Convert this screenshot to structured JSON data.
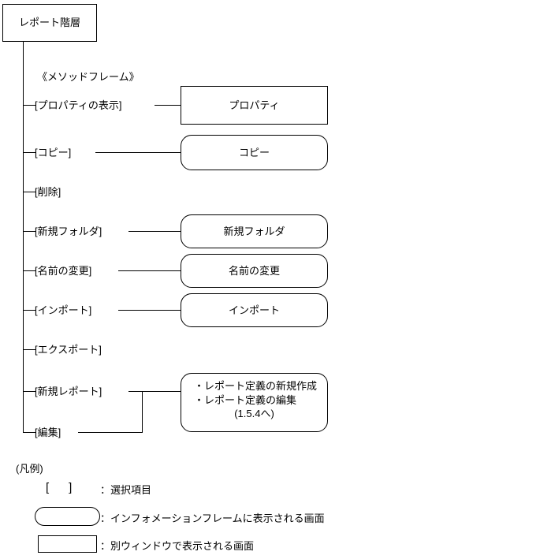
{
  "diagram": {
    "root": {
      "label": "レポート階層"
    },
    "frame_note": "《メソッドフレーム》",
    "branches": [
      {
        "label": "[プロパティの表示]",
        "target": "プロパティ",
        "shape": "rect"
      },
      {
        "label": "[コピー]",
        "target": "コピー",
        "shape": "rounded"
      },
      {
        "label": "[削除]",
        "target": "",
        "shape": "none"
      },
      {
        "label": "[新規フォルダ]",
        "target": "新規フォルダ",
        "shape": "rounded"
      },
      {
        "label": "[名前の変更]",
        "target": "名前の変更",
        "shape": "rounded"
      },
      {
        "label": "[インポート]",
        "target": "インポート",
        "shape": "rounded"
      },
      {
        "label": "[エクスポート]",
        "target": "",
        "shape": "none"
      },
      {
        "label": "[新規レポート]",
        "target": "",
        "shape": "none"
      },
      {
        "label": "[編集]",
        "target": "",
        "shape": "none"
      }
    ],
    "merged_target": {
      "line1": "・レポート定義の新規作成",
      "line2": "・レポート定義の編集",
      "line3": "(1.5.4へ)",
      "shape": "rounded"
    }
  },
  "legend": {
    "title": "(凡例)",
    "items": [
      {
        "symbol": "[      ]",
        "shape": "brackets",
        "colon": "：",
        "text": "選択項目"
      },
      {
        "symbol": "",
        "shape": "rounded",
        "colon": "：",
        "text": "インフォメーションフレームに表示される画面"
      },
      {
        "symbol": "",
        "shape": "rect",
        "colon": "：",
        "text": "別ウィンドウで表示される画面"
      }
    ]
  },
  "colors": {
    "stroke": "#000000",
    "background": "#ffffff",
    "text": "#000000"
  }
}
